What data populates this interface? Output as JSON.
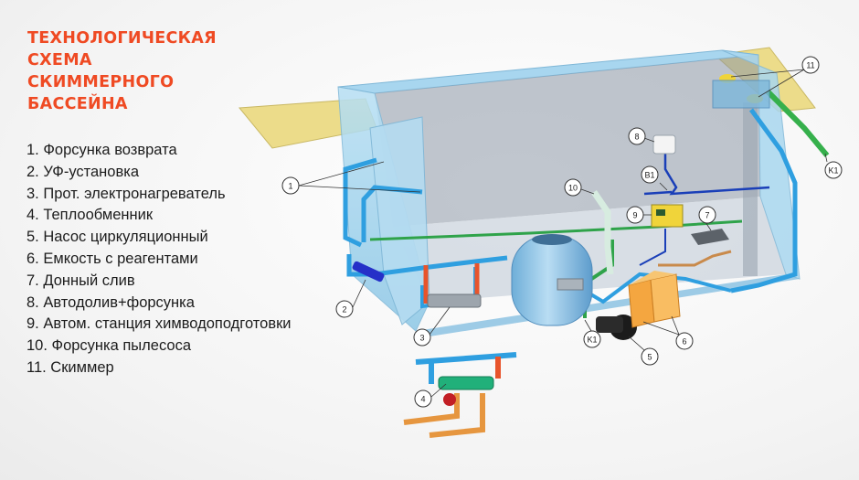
{
  "title_lines": [
    "ТЕХНОЛОГИЧЕСКАЯ",
    "СХЕМА",
    "СКИММЕРНОГО",
    "БАССЕЙНА"
  ],
  "legend": [
    "1. Форсунка возврата",
    "2. УФ-установка",
    "3. Прот. электронагреватель",
    "4. Теплообменник",
    "5. Насос циркуляционный",
    "6. Емкость с реагентами",
    "7. Донный слив",
    "8. Автодолив+форсунка",
    "9. Автом. станция химводоподготовки",
    "10. Форсунка пылесоса",
    "11. Скиммер"
  ],
  "callouts": {
    "c1": "1",
    "c2": "2",
    "c3": "3",
    "c4": "4",
    "c5": "5",
    "c6": "6",
    "c7": "7",
    "c8": "8",
    "c9": "9",
    "c10": "10",
    "c11": "11",
    "k1_right": "K1",
    "k1_bottom": "K1",
    "b1": "B1"
  },
  "colors": {
    "title": "#ef4a23",
    "pool_wall": "#9fd3ee",
    "pool_deck": "#ecdc8a",
    "pipe_supply": "#2f9fe0",
    "pipe_hot": "#e8542b",
    "pipe_drain": "#2fa34a",
    "pipe_control": "#1a3fb8",
    "reagent_tank": "#f4a640",
    "filter": "#8ac2e6"
  }
}
